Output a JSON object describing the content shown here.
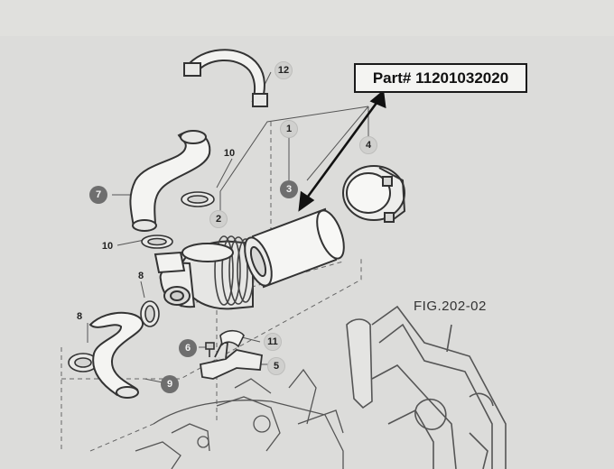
{
  "part_label": "Part# 11201032020",
  "figure_label": "FIG.202-02",
  "callouts": {
    "c1": "1",
    "c2": "2",
    "c3": "3",
    "c4": "4",
    "c5": "5",
    "c6": "6",
    "c7": "7",
    "c8a": "8",
    "c8b": "8",
    "c9": "9",
    "c10a": "10",
    "c10b": "10",
    "c11": "11",
    "c12": "12"
  }
}
